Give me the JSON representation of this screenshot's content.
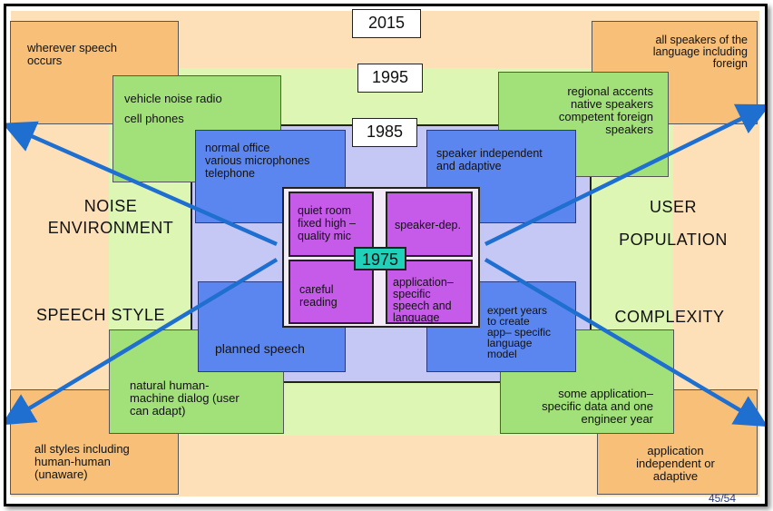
{
  "years": {
    "y2015": "2015",
    "y1995": "1995",
    "y1985": "1985",
    "y1975": "1975"
  },
  "dimensions": {
    "noise_line1": "NOISE",
    "noise_line2": "ENVIRONMENT",
    "speech_style": "SPEECH STYLE",
    "user_line1": "USER",
    "user_line2": "POPULATION",
    "complexity": "COMPLEXITY"
  },
  "ring2015": {
    "top_left": [
      "wherever speech",
      "occurs"
    ],
    "top_right": [
      "all speakers of the",
      "language including",
      "foreign"
    ],
    "bottom_left": [
      "all styles including",
      "human-human",
      "(unaware)"
    ],
    "bottom_right": [
      "application",
      "independent or",
      "adaptive"
    ]
  },
  "ring1995": {
    "top_left": [
      "vehicle noise  radio",
      "cell phones"
    ],
    "top_right": [
      "regional accents",
      "native speakers",
      "competent foreign",
      "speakers"
    ],
    "bottom_left": [
      "natural human-",
      "machine dialog (user",
      "can adapt)"
    ],
    "bottom_right": [
      "some application–",
      "specific data and one",
      "engineer year"
    ]
  },
  "ring1985": {
    "top_left": [
      "normal office",
      "various microphones",
      "telephone"
    ],
    "top_right": [
      "speaker independent",
      "and adaptive"
    ],
    "bottom_left": [
      "planned speech"
    ],
    "bottom_right": [
      "expert years",
      "to create",
      "app– specific",
      "language",
      "model"
    ]
  },
  "ring1975": {
    "top_left": [
      "quiet room",
      "fixed high –",
      "quality mic"
    ],
    "top_right": [
      "speaker-dep."
    ],
    "bottom_left": [
      "careful",
      "reading"
    ],
    "bottom_right": [
      "application–",
      "specific",
      "speech and",
      "language"
    ]
  },
  "slide_number": "45/54",
  "colors": {
    "peach": "#fde0b8",
    "orange": "#f7bf78",
    "lime": "#ddf6b4",
    "green": "#a2e07a",
    "lavender": "#c5c8f5",
    "blue": "#5b86f0",
    "purple": "#c55be8",
    "teal": "#20d0b8",
    "arrow": "#1f6fd0"
  }
}
